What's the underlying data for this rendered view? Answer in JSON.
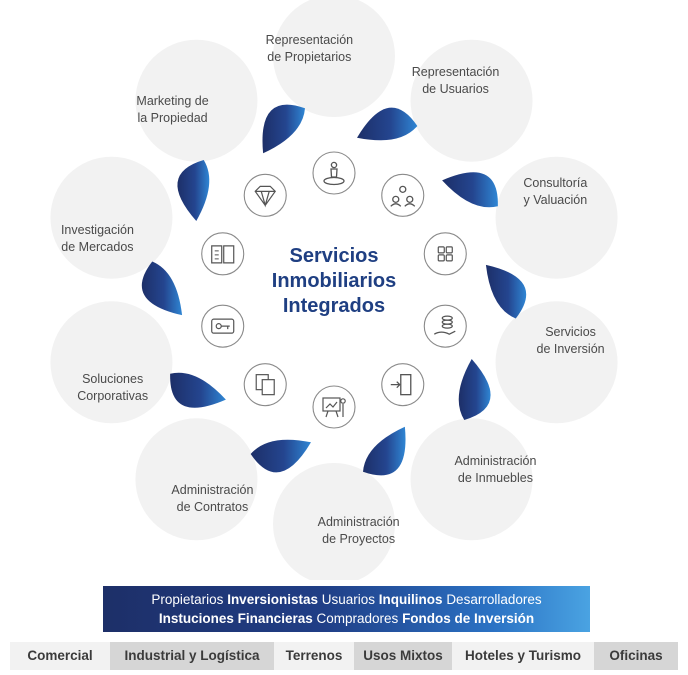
{
  "center": {
    "lines": [
      "Servicios",
      "Inmobiliarios",
      "Integrados"
    ]
  },
  "petals": [
    {
      "id": "representacion-propietarios",
      "lines": [
        "Representación",
        "de Propietarios"
      ],
      "icon": "person-pin-icon"
    },
    {
      "id": "representacion-usuarios",
      "lines": [
        "Representación",
        "de Usuarios"
      ],
      "icon": "users-icon"
    },
    {
      "id": "consultoria-valuacion",
      "lines": [
        "Consultoría",
        "y Valuación"
      ],
      "icon": "calculator-icon"
    },
    {
      "id": "servicios-inversion",
      "lines": [
        "Servicios",
        "de Inversión"
      ],
      "icon": "coins-hand-icon"
    },
    {
      "id": "administracion-inmuebles",
      "lines": [
        "Administración",
        "de Inmuebles"
      ],
      "icon": "door-icon"
    },
    {
      "id": "administracion-proyectos",
      "lines": [
        "Administración",
        "de Proyectos"
      ],
      "icon": "presentation-icon"
    },
    {
      "id": "administracion-contratos",
      "lines": [
        "Administración",
        "de Contratos"
      ],
      "icon": "documents-icon"
    },
    {
      "id": "soluciones-corporativas",
      "lines": [
        "Soluciones",
        "Corporativas"
      ],
      "icon": "key-icon"
    },
    {
      "id": "investigacion-mercados",
      "lines": [
        "Investigación",
        "de Mercados"
      ],
      "icon": "book-icon"
    },
    {
      "id": "marketing-propiedad",
      "lines": [
        "Marketing de",
        "la Propiedad"
      ],
      "icon": "diamond-icon"
    }
  ],
  "banner": {
    "line1": [
      {
        "text": "Propietarios",
        "bold": false
      },
      {
        "text": "Inversionistas",
        "bold": true
      },
      {
        "text": "Usuarios",
        "bold": false
      },
      {
        "text": "Inquilinos",
        "bold": true
      },
      {
        "text": "Desarrolladores",
        "bold": false
      }
    ],
    "line2": [
      {
        "text": "Instuciones Financieras",
        "bold": true
      },
      {
        "text": "Compradores",
        "bold": false
      },
      {
        "text": "Fondos de Inversión",
        "bold": true
      }
    ]
  },
  "sectors": [
    {
      "label": "Comercial",
      "shade": "light"
    },
    {
      "label": "Industrial y Logística",
      "shade": "dark"
    },
    {
      "label": "Terrenos",
      "shade": "light"
    },
    {
      "label": "Usos Mixtos",
      "shade": "dark"
    },
    {
      "label": "Hoteles y Turismo",
      "shade": "light"
    },
    {
      "label": "Oficinas",
      "shade": "dark"
    }
  ],
  "colors": {
    "navy": "#1d2f68",
    "blue": "#2a6fc2",
    "light_blue": "#4aa3e2",
    "petal": "#f2f2f2",
    "icon": "#555555"
  }
}
